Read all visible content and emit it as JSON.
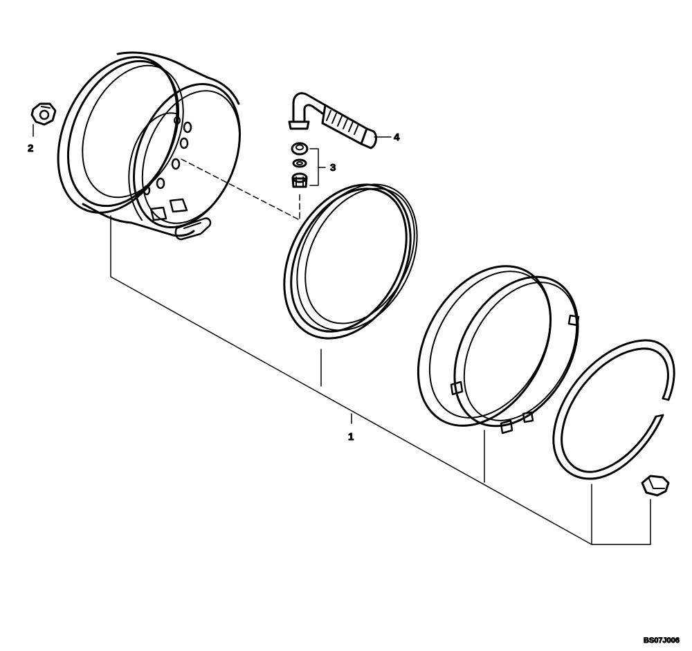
{
  "callouts": [
    {
      "id": "1",
      "label": "1"
    },
    {
      "id": "2",
      "label": "2"
    },
    {
      "id": "3",
      "label": "3"
    },
    {
      "id": "4",
      "label": "4"
    }
  ],
  "drawing_code": "BS07J006",
  "colors": {
    "line": "#000000",
    "background": "#ffffff"
  }
}
